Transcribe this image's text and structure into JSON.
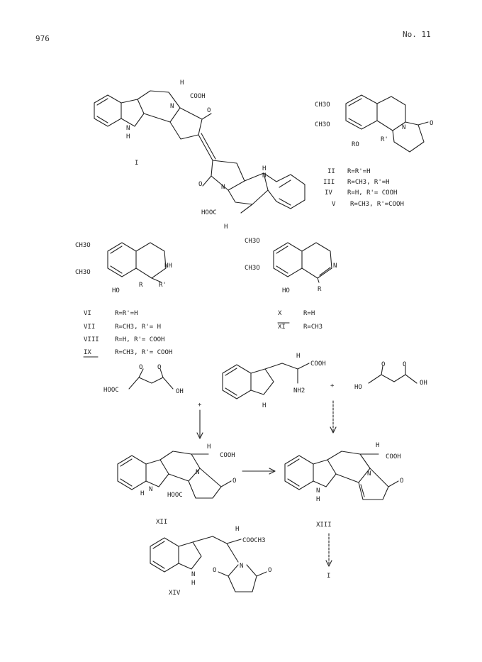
{
  "header": {
    "page_number": "976",
    "issue": "No. 11"
  },
  "compounds": {
    "I": "I",
    "II_list": [
      {
        "num": "II",
        "desc": "R=R'=H"
      },
      {
        "num": "III",
        "desc": "R=CH3, R'=H"
      },
      {
        "num": "IV",
        "desc": "R=H, R'= COOH"
      },
      {
        "num": "V",
        "desc": "R=CH3, R'=COOH"
      }
    ],
    "VI_list": [
      {
        "num": "VI",
        "desc": "R=R'=H"
      },
      {
        "num": "VII",
        "desc": "R=CH3, R'= H"
      },
      {
        "num": "VIII",
        "desc": "R=H, R'= COOH"
      },
      {
        "num": "IX",
        "desc": "R=CH3, R'= COOH"
      }
    ],
    "X_list": [
      {
        "num": "X",
        "desc": "R=H"
      },
      {
        "num": "XI",
        "desc": "R=CH3"
      }
    ],
    "XII": "XII",
    "XIII": "XIII",
    "XIV": "XIV",
    "I_product": "I"
  },
  "atom_labels": {
    "H": "H",
    "COOH": "COOH",
    "HOOC": "HOOC",
    "N": "N",
    "NH": "NH",
    "O": "O",
    "CH3O": "CH3O",
    "RO": "RO",
    "HO": "HO",
    "R": "R",
    "R1": "R'",
    "NH2": "NH2",
    "OH": "OH",
    "COOCH3": "COOCH3",
    "plus": "+"
  }
}
